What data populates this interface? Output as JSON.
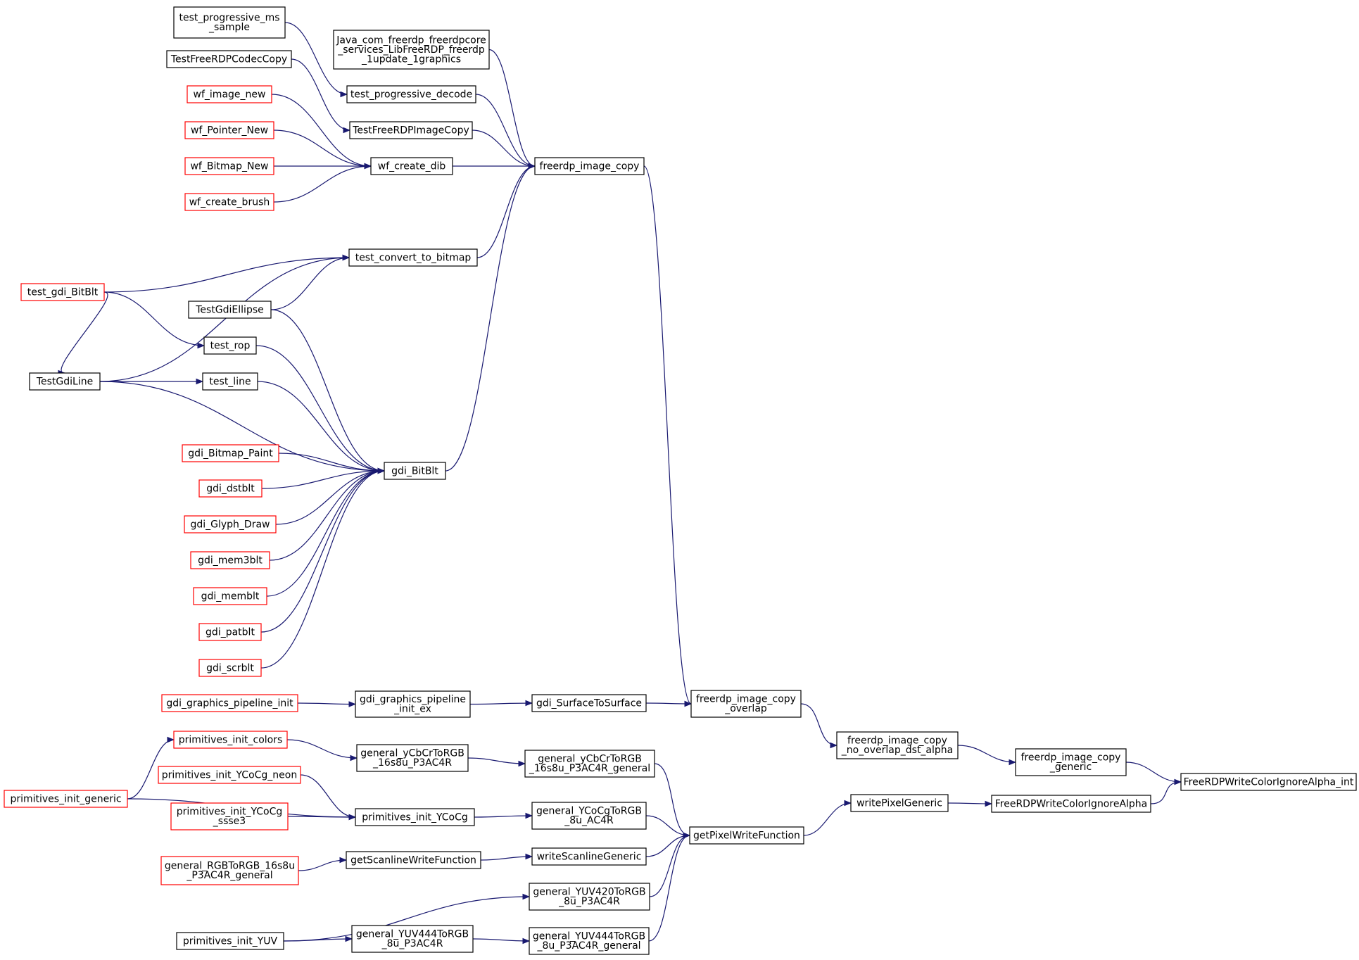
{
  "colors": {
    "edge": "#191970",
    "node_border": "#000000",
    "node_border_incomplete": "#ff0000",
    "focus_fill": "#bfbfbf",
    "node_fill": "#ffffff",
    "text": "#000000"
  },
  "nodes": [
    {
      "id": "n1",
      "lines": [
        "test_progressive_ms",
        "_sample"
      ],
      "border": "black"
    },
    {
      "id": "n2",
      "lines": [
        "Java_com_freerdp_freerdpcore",
        "_services_LibFreeRDP_freerdp",
        "_1update_1graphics"
      ],
      "border": "black"
    },
    {
      "id": "n3",
      "lines": [
        "TestFreeRDPCodecCopy"
      ],
      "border": "black"
    },
    {
      "id": "n4",
      "lines": [
        "test_progressive_decode"
      ],
      "border": "black"
    },
    {
      "id": "n5",
      "lines": [
        "wf_image_new"
      ],
      "border": "red"
    },
    {
      "id": "n6",
      "lines": [
        "TestFreeRDPImageCopy"
      ],
      "border": "black"
    },
    {
      "id": "n7",
      "lines": [
        "wf_Pointer_New"
      ],
      "border": "red"
    },
    {
      "id": "n8",
      "lines": [
        "wf_Bitmap_New"
      ],
      "border": "red"
    },
    {
      "id": "n9",
      "lines": [
        "wf_create_dib"
      ],
      "border": "black"
    },
    {
      "id": "n10",
      "lines": [
        "freerdp_image_copy"
      ],
      "border": "black"
    },
    {
      "id": "n11",
      "lines": [
        "wf_create_brush"
      ],
      "border": "red"
    },
    {
      "id": "n12",
      "lines": [
        "test_convert_to_bitmap"
      ],
      "border": "black"
    },
    {
      "id": "n13",
      "lines": [
        "test_gdi_BitBlt"
      ],
      "border": "red"
    },
    {
      "id": "n14",
      "lines": [
        "TestGdiEllipse"
      ],
      "border": "black"
    },
    {
      "id": "n15",
      "lines": [
        "test_rop"
      ],
      "border": "black"
    },
    {
      "id": "n16",
      "lines": [
        "TestGdiLine"
      ],
      "border": "black"
    },
    {
      "id": "n17",
      "lines": [
        "test_line"
      ],
      "border": "black"
    },
    {
      "id": "n18",
      "lines": [
        "gdi_Bitmap_Paint"
      ],
      "border": "red"
    },
    {
      "id": "n19",
      "lines": [
        "gdi_BitBlt"
      ],
      "border": "black"
    },
    {
      "id": "n20",
      "lines": [
        "gdi_dstblt"
      ],
      "border": "red"
    },
    {
      "id": "n21",
      "lines": [
        "gdi_Glyph_Draw"
      ],
      "border": "red"
    },
    {
      "id": "n22",
      "lines": [
        "gdi_mem3blt"
      ],
      "border": "red"
    },
    {
      "id": "n23",
      "lines": [
        "gdi_memblt"
      ],
      "border": "red"
    },
    {
      "id": "n24",
      "lines": [
        "gdi_patblt"
      ],
      "border": "red"
    },
    {
      "id": "n25",
      "lines": [
        "gdi_scrblt"
      ],
      "border": "red"
    },
    {
      "id": "n26",
      "lines": [
        "gdi_graphics_pipeline_init"
      ],
      "border": "red"
    },
    {
      "id": "n27",
      "lines": [
        "gdi_graphics_pipeline",
        "_init_ex"
      ],
      "border": "black"
    },
    {
      "id": "n28",
      "lines": [
        "gdi_SurfaceToSurface"
      ],
      "border": "black"
    },
    {
      "id": "n29",
      "lines": [
        "freerdp_image_copy",
        "_overlap"
      ],
      "border": "black"
    },
    {
      "id": "n30",
      "lines": [
        "primitives_init_colors"
      ],
      "border": "red"
    },
    {
      "id": "n31",
      "lines": [
        "general_yCbCrToRGB",
        "_16s8u_P3AC4R"
      ],
      "border": "black"
    },
    {
      "id": "n32",
      "lines": [
        "freerdp_image_copy",
        "_no_overlap_dst_alpha"
      ],
      "border": "black"
    },
    {
      "id": "n33",
      "lines": [
        "general_yCbCrToRGB",
        "_16s8u_P3AC4R_general"
      ],
      "border": "black"
    },
    {
      "id": "n34",
      "lines": [
        "freerdp_image_copy",
        "_generic"
      ],
      "border": "black"
    },
    {
      "id": "n35",
      "lines": [
        "FreeRDPWriteColorIgnoreAlpha_int"
      ],
      "border": "black",
      "focus": true
    },
    {
      "id": "n36",
      "lines": [
        "primitives_init_YCoCg_neon"
      ],
      "border": "red"
    },
    {
      "id": "n37",
      "lines": [
        "primitives_init_generic"
      ],
      "border": "red"
    },
    {
      "id": "n38",
      "lines": [
        "writePixelGeneric"
      ],
      "border": "black"
    },
    {
      "id": "n39",
      "lines": [
        "FreeRDPWriteColorIgnoreAlpha"
      ],
      "border": "black"
    },
    {
      "id": "n40",
      "lines": [
        "primitives_init_YCoCg",
        "_ssse3"
      ],
      "border": "red"
    },
    {
      "id": "n41",
      "lines": [
        "primitives_init_YCoCg"
      ],
      "border": "black"
    },
    {
      "id": "n42",
      "lines": [
        "general_YCoCgToRGB",
        "_8u_AC4R"
      ],
      "border": "black"
    },
    {
      "id": "n43",
      "lines": [
        "getPixelWriteFunction"
      ],
      "border": "black"
    },
    {
      "id": "n44",
      "lines": [
        "getScanlineWriteFunction"
      ],
      "border": "black"
    },
    {
      "id": "n45",
      "lines": [
        "writeScanlineGeneric"
      ],
      "border": "black"
    },
    {
      "id": "n46",
      "lines": [
        "general_RGBToRGB_16s8u",
        "_P3AC4R_general"
      ],
      "border": "red"
    },
    {
      "id": "n47",
      "lines": [
        "general_YUV420ToRGB",
        "_8u_P3AC4R"
      ],
      "border": "black"
    },
    {
      "id": "n48",
      "lines": [
        "primitives_init_YUV"
      ],
      "border": "black"
    },
    {
      "id": "n49",
      "lines": [
        "general_YUV444ToRGB",
        "_8u_P3AC4R"
      ],
      "border": "black"
    },
    {
      "id": "n50",
      "lines": [
        "general_YUV444ToRGB",
        "_8u_P3AC4R_general"
      ],
      "border": "black"
    }
  ],
  "edges": [
    {
      "from": "n1",
      "to": "n4"
    },
    {
      "from": "n2",
      "to": "n10"
    },
    {
      "from": "n3",
      "to": "n6"
    },
    {
      "from": "n4",
      "to": "n10"
    },
    {
      "from": "n5",
      "to": "n9"
    },
    {
      "from": "n6",
      "to": "n10"
    },
    {
      "from": "n7",
      "to": "n9"
    },
    {
      "from": "n8",
      "to": "n9"
    },
    {
      "from": "n11",
      "to": "n9"
    },
    {
      "from": "n9",
      "to": "n10"
    },
    {
      "from": "n12",
      "to": "n10"
    },
    {
      "from": "n19",
      "to": "n10"
    },
    {
      "from": "n10",
      "to": "n29"
    },
    {
      "from": "n13",
      "to": "n12"
    },
    {
      "from": "n16",
      "to": "n12"
    },
    {
      "from": "n14",
      "to": "n12"
    },
    {
      "from": "n13",
      "to": "n15"
    },
    {
      "from": "n16",
      "to": "n17"
    },
    {
      "from": "n14",
      "to": "n19"
    },
    {
      "from": "n15",
      "to": "n19"
    },
    {
      "from": "n17",
      "to": "n19"
    },
    {
      "from": "n16",
      "to": "n19"
    },
    {
      "from": "n18",
      "to": "n19"
    },
    {
      "from": "n20",
      "to": "n19"
    },
    {
      "from": "n21",
      "to": "n19"
    },
    {
      "from": "n22",
      "to": "n19"
    },
    {
      "from": "n23",
      "to": "n19"
    },
    {
      "from": "n24",
      "to": "n19"
    },
    {
      "from": "n25",
      "to": "n19"
    },
    {
      "from": "n26",
      "to": "n27"
    },
    {
      "from": "n27",
      "to": "n28"
    },
    {
      "from": "n28",
      "to": "n29"
    },
    {
      "from": "n29",
      "to": "n32"
    },
    {
      "from": "n32",
      "to": "n34"
    },
    {
      "from": "n34",
      "to": "n35"
    },
    {
      "from": "n37",
      "to": "n30"
    },
    {
      "from": "n30",
      "to": "n31"
    },
    {
      "from": "n31",
      "to": "n33"
    },
    {
      "from": "n33",
      "to": "n43"
    },
    {
      "from": "n36",
      "to": "n41"
    },
    {
      "from": "n40",
      "to": "n41"
    },
    {
      "from": "n37",
      "to": "n41"
    },
    {
      "from": "n41",
      "to": "n42"
    },
    {
      "from": "n42",
      "to": "n43"
    },
    {
      "from": "n46",
      "to": "n44"
    },
    {
      "from": "n44",
      "to": "n45"
    },
    {
      "from": "n45",
      "to": "n43"
    },
    {
      "from": "n48",
      "to": "n47"
    },
    {
      "from": "n47",
      "to": "n43"
    },
    {
      "from": "n48",
      "to": "n49"
    },
    {
      "from": "n49",
      "to": "n50"
    },
    {
      "from": "n50",
      "to": "n43"
    },
    {
      "from": "n43",
      "to": "n38"
    },
    {
      "from": "n38",
      "to": "n39"
    },
    {
      "from": "n39",
      "to": "n35"
    },
    {
      "from": "n13",
      "to": "n16"
    }
  ]
}
